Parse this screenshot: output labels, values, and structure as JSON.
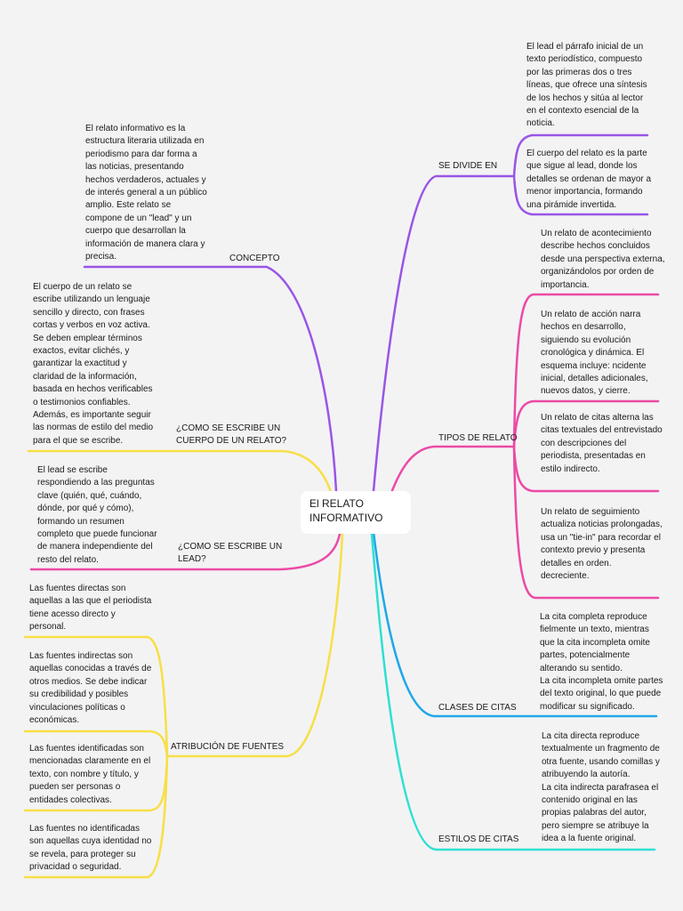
{
  "colors": {
    "background": "#f3f3f4",
    "purple": "#9a55e6",
    "yellow": "#f7df47",
    "pink": "#ec4aa6",
    "blue": "#1fa8e8",
    "cyan": "#2ee0d2"
  },
  "center": {
    "title": "El RELATO\nINFORMATIVO"
  },
  "left_branches": {
    "concepto": {
      "label": "CONCEPTO",
      "text": "El relato informativo es la\nestructura literaria utilizada en\nperiodismo para dar forma a\nlas noticias, presentando\nhechos verdaderos, actuales y\nde interés general a un público\namplio. Este relato se\ncompone de un \"lead\" y un\ncuerpo que desarrollan la\ninformación de manera clara y\nprecisa."
    },
    "cuerpo": {
      "label": "¿COMO SE ESCRIBE UN\nCUERPO DE UN RELATO?",
      "text": "El cuerpo de un relato se\nescribe utilizando un lenguaje\nsencillo y directo, con frases\ncortas y verbos en voz activa.\nSe deben emplear términos\nexactos, evitar clichés, y\ngarantizar la exactitud y\nclaridad de la información,\nbasada en hechos verificables\no testimonios confiables.\nAdemás, es importante seguir\nlas normas de estilo del medio\npara el que se escribe."
    },
    "lead": {
      "label": "¿COMO SE ESCRIBE UN\nLEAD?",
      "text": "El lead se escribe\nrespondiendo a las preguntas\nclave (quién, qué, cuándo,\ndónde, por qué y cómo),\nformando un resumen\ncompleto que puede funcionar\nde manera independiente del\nresto del relato."
    },
    "fuentes": {
      "label": "ATRIBUCIÓN DE FUENTES",
      "items": [
        "Las fuentes directas son\naquellas a las que el periodista\ntiene acesso directo y\npersonal.",
        "Las fuentes indirectas son\naquellas conocidas a través de\notros medios. Se debe indicar\nsu credibilidad y posibles\nvinculaciones políticas o\neconómicas.",
        "Las fuentes identificadas son\nmencionadas claramente en el\ntexto, con nombre y título, y\npueden ser personas o\nentidades colectivas.",
        "Las fuentes no identificadas\nson aquellas cuya identidad no\nse revela, para proteger su\nprivacidad o seguridad."
      ]
    }
  },
  "right_branches": {
    "se_divide": {
      "label": "SE DIVIDE EN",
      "items": [
        "El lead el párrafo inicial de un\ntexto periodístico, compuesto\npor las primeras dos o tres\nlíneas, que ofrece una síntesis\nde los hechos y sitúa al lector\nen el contexto esencial de la\nnoticia.",
        "El cuerpo del relato es la parte\nque sigue al lead, donde los\ndetalles se ordenan de mayor a\nmenor importancia, formando\nuna pirámide invertida."
      ]
    },
    "tipos": {
      "label": "TIPOS DE RELATO",
      "items": [
        "Un relato de acontecimiento\ndescribe hechos concluidos\ndesde una perspectiva externa,\norganizándolos por orden de\nimportancia.",
        "Un relato de acción narra\nhechos en desarrollo,\nsiguiendo su evolución\ncronológica y dinámica. El\nesquema incluye: ncidente\ninicial, detalles adicionales,\nnuevos datos, y cierre.",
        "Un relato de citas alterna las\ncitas textuales del entrevistado\ncon descripciones del\nperiodista, presentadas en\nestilo indirecto.",
        "Un relato de seguimiento\nactualiza noticias prolongadas,\nusa un \"tie-in\" para recordar el\ncontexto previo y presenta\ndetalles en orden.\ndecreciente."
      ]
    },
    "clases": {
      "label": "CLASES DE CITAS",
      "text": "La cita completa reproduce\nfielmente un texto, mientras\nque la cita incompleta omite\npartes, potencialmente\nalterando su sentido.\nLa cita incompleta omite partes\ndel texto original, lo que puede\nmodificar su significado."
    },
    "estilos": {
      "label": "ESTILOS DE CITAS",
      "text": "La cita directa reproduce\ntextualmente un fragmento de\notra fuente, usando comillas y\natribuyendo la autoría.\nLa cita indirecta parafrasea el\ncontenido original en las\npropias palabras del autor,\npero siempre se atribuye la\nidea a la fuente original."
    }
  }
}
